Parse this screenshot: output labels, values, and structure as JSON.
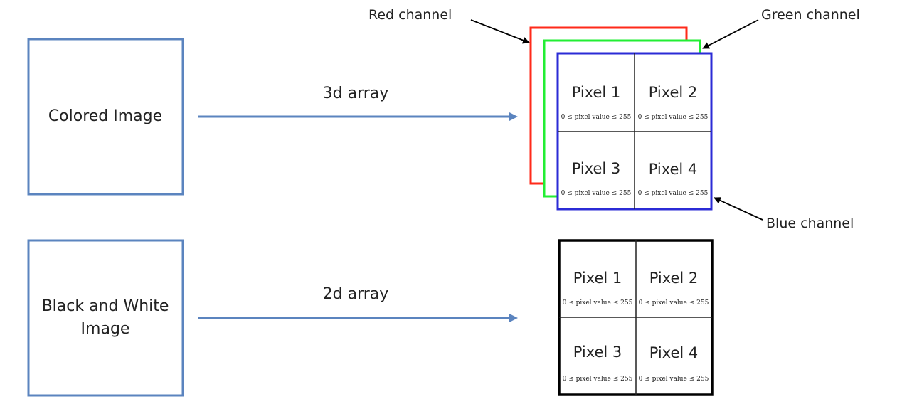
{
  "colored": {
    "source_label": "Colored Image",
    "arrow_label": "3d array",
    "channel_labels": {
      "red": "Red channel",
      "green": "Green channel",
      "blue": "Blue channel"
    },
    "channel_colors": {
      "red": "#ff2a1a",
      "green": "#22ee33",
      "blue": "#2b2bd6"
    },
    "cells": [
      {
        "title": "Pixel 1",
        "range": "0 ≤ pixel value ≤ 255"
      },
      {
        "title": "Pixel 2",
        "range": "0 ≤ pixel value ≤ 255"
      },
      {
        "title": "Pixel 3",
        "range": "0 ≤ pixel value ≤ 255"
      },
      {
        "title": "Pixel 4",
        "range": "0 ≤ pixel value ≤ 255"
      }
    ]
  },
  "bw": {
    "source_label_line1": "Black and White",
    "source_label_line2": "Image",
    "arrow_label": "2d array",
    "cells": [
      {
        "title": "Pixel 1",
        "range": "0 ≤ pixel value ≤ 255"
      },
      {
        "title": "Pixel 2",
        "range": "0 ≤ pixel value ≤ 255"
      },
      {
        "title": "Pixel 3",
        "range": "0 ≤ pixel value ≤ 255"
      },
      {
        "title": "Pixel 4",
        "range": "0 ≤ pixel value ≤ 255"
      }
    ]
  },
  "colors": {
    "box_stroke": "#5b84bf",
    "arrow": "#5b84bf",
    "grid_stroke": "#000000"
  }
}
